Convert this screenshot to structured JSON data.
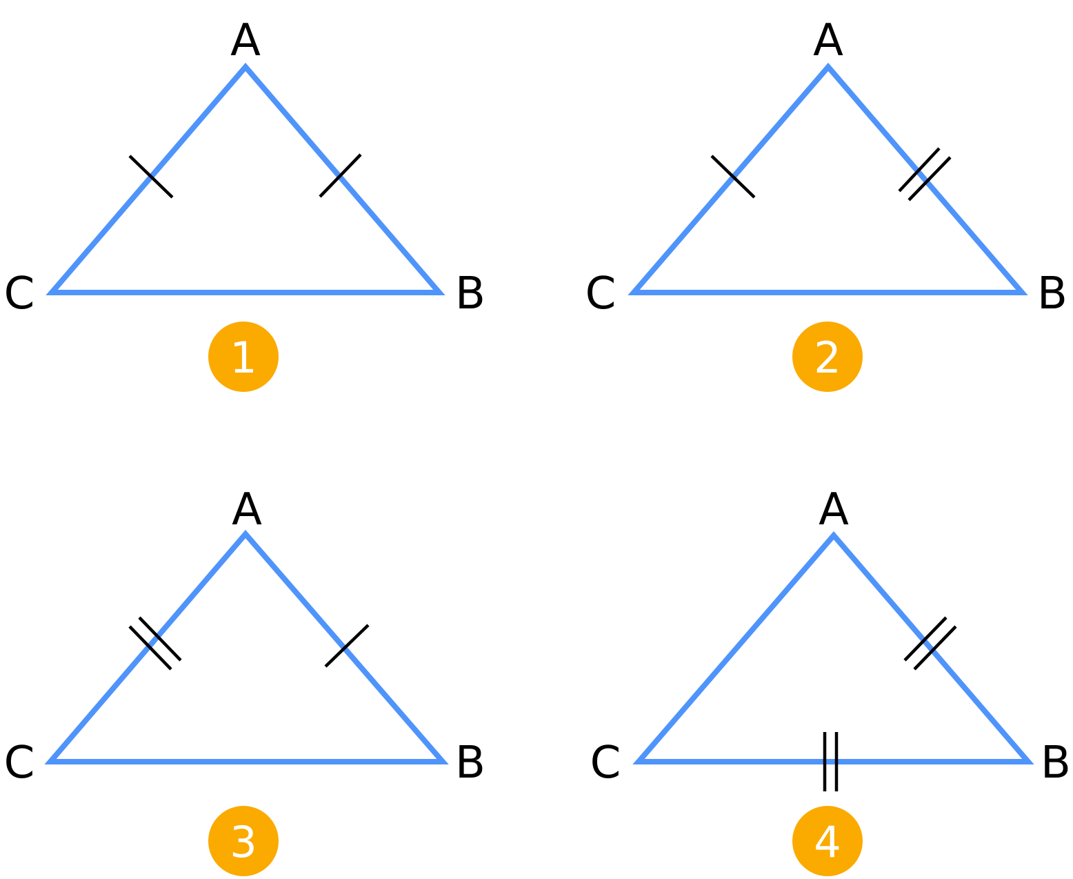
{
  "colors": {
    "triangle": "#4F94FB",
    "tick": "#000000",
    "badge": "#FBAA00",
    "badge_text": "#FFFFFF",
    "label": "#000000"
  },
  "diagrams": [
    {
      "number": "1",
      "vertices": {
        "a": "A",
        "b": "B",
        "c": "C"
      },
      "ticks": {
        "ca": 1,
        "ab": 1,
        "cb": 0
      }
    },
    {
      "number": "2",
      "vertices": {
        "a": "A",
        "b": "B",
        "c": "C"
      },
      "ticks": {
        "ca": 1,
        "ab": 2,
        "cb": 0
      }
    },
    {
      "number": "3",
      "vertices": {
        "a": "A",
        "b": "B",
        "c": "C"
      },
      "ticks": {
        "ca": 2,
        "ab": 1,
        "cb": 0
      }
    },
    {
      "number": "4",
      "vertices": {
        "a": "A",
        "b": "B",
        "c": "C"
      },
      "ticks": {
        "ca": 0,
        "ab": 2,
        "cb": 2
      }
    }
  ]
}
